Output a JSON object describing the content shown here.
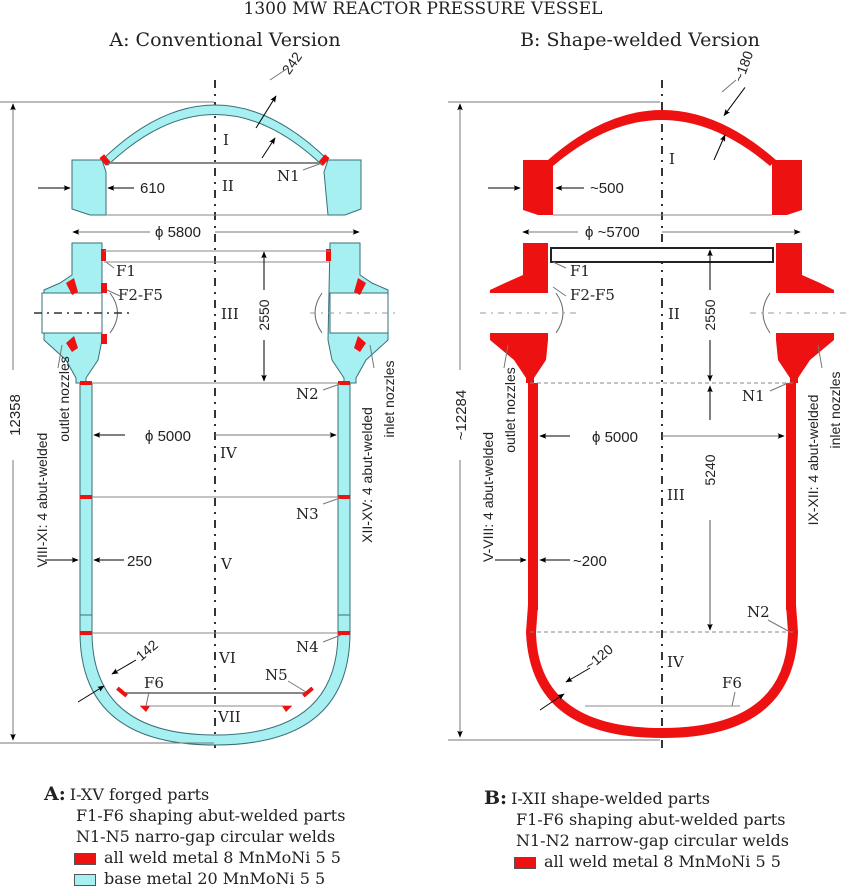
{
  "title": "1300 MW REACTOR PRESSURE VESSEL",
  "colors": {
    "weld_metal": "#ee1111",
    "base_metal": "#a6f0f2",
    "outline": "#3a6f78",
    "dim_line": "#777777",
    "arrow": "#000000"
  },
  "panels": [
    {
      "id": "A",
      "heading": "A: Conventional Version",
      "dimensions": {
        "total_height": "12358",
        "head_thickness": "242",
        "flange_thickness": "610",
        "flange_diameter": "ϕ 5800",
        "nozzle_section_height": "2550",
        "shell_diameter": "ϕ 5000",
        "wall_thickness": "250",
        "bottom_thickness": "142"
      },
      "parts": [
        "I",
        "II",
        "III",
        "IV",
        "V",
        "VI",
        "VII"
      ],
      "weld_labels": [
        "N1",
        "N2",
        "N3",
        "N4",
        "N5",
        "F1",
        "F2-F5",
        "F6"
      ],
      "side_notes": {
        "outlet": "VIII-XI: 4 abut-welded outlet nozzles",
        "outlet_line1": "VIII-XI: 4 abut-welded",
        "outlet_line2": "outlet nozzles",
        "inlet_line1": "XII-XV: 4 abut-welded",
        "inlet_line2": "inlet nozzles"
      },
      "legend": {
        "head": "A:",
        "lines": [
          "I-XV forged parts",
          "F1-F6 shaping abut-welded parts",
          "N1-N5 narro-gap circular welds"
        ],
        "swatches": [
          {
            "label": "all weld metal 8 MnMoNi 5 5",
            "color": "#ee1111"
          },
          {
            "label": "base metal 20 MnMoNi 5 5",
            "color": "#a6f0f2"
          }
        ]
      }
    },
    {
      "id": "B",
      "heading": "B: Shape-welded Version",
      "dimensions": {
        "total_height": "~12284",
        "head_thickness": "~180",
        "flange_thickness": "~500",
        "flange_diameter": "ϕ ~5700",
        "nozzle_section_height": "2550",
        "shell_diameter": "ϕ 5000",
        "shell_height": "5240",
        "wall_thickness": "~200",
        "bottom_thickness": "~120"
      },
      "parts": [
        "I",
        "II",
        "III",
        "IV"
      ],
      "weld_labels": [
        "N1",
        "N2",
        "F1",
        "F2-F5",
        "F6"
      ],
      "side_notes": {
        "outlet_line1": "V-VIII: 4 abut-welded",
        "outlet_line2": "outlet nozzles",
        "inlet_line1": "IX-XII: 4 abut-welded",
        "inlet_line2": "inlet nozzles"
      },
      "legend": {
        "head": "B:",
        "lines": [
          "I-XII shape-welded parts",
          "F1-F6 shaping abut-welded parts",
          "N1-N2 narrow-gap circular welds"
        ],
        "swatches": [
          {
            "label": "all weld metal 8 MnMoNi 5 5",
            "color": "#ee1111"
          }
        ]
      }
    }
  ]
}
